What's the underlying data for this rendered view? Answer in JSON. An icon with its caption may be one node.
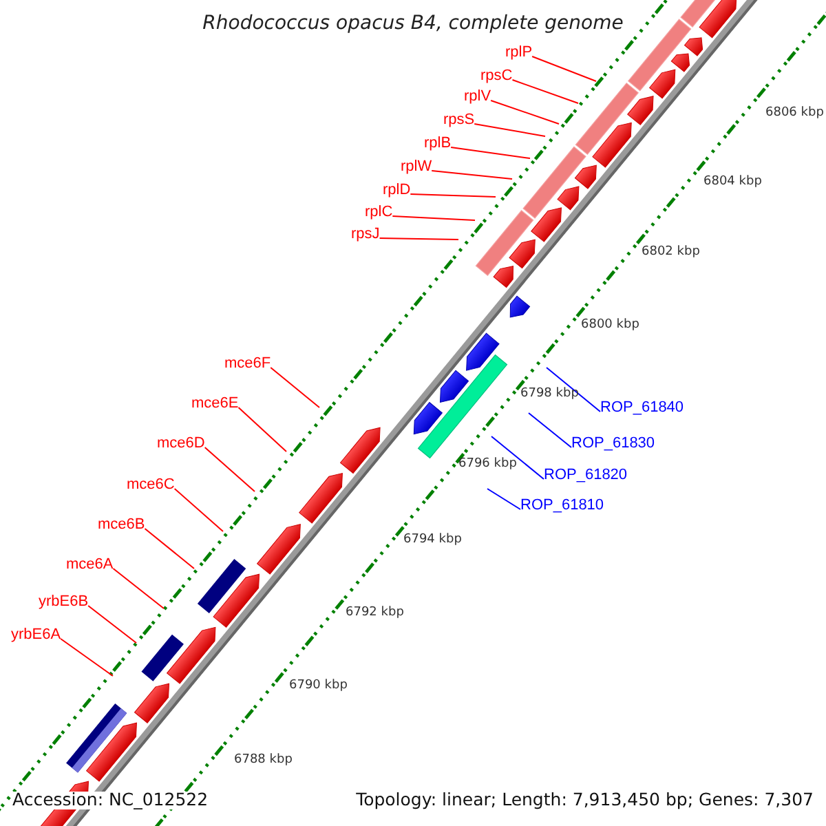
{
  "diagram": {
    "title": "Rhodococcus opacus B4, complete genome",
    "nodes": [
      {
        "text": [
          "rplP"
        ]
      },
      {
        "text": [
          "rpsC"
        ]
      },
      {
        "text": [
          "rplV"
        ]
      },
      {
        "text": [
          "rpsS"
        ]
      },
      {
        "text": [
          "rplB"
        ]
      },
      {
        "text": [
          "rplW"
        ]
      },
      {
        "text": [
          "rplD"
        ]
      },
      {
        "text": [
          "rplC"
        ]
      },
      {
        "text": [
          "rpsJ"
        ]
      },
      {
        "text": [
          "mce6F"
        ]
      },
      {
        "text": [
          "mce6E"
        ]
      },
      {
        "text": [
          "mce6D"
        ]
      },
      {
        "text": [
          "mce6C"
        ]
      },
      {
        "text": [
          "mce6B"
        ]
      },
      {
        "text": [
          "mce6A"
        ]
      },
      {
        "text": [
          "yrbE6B"
        ]
      },
      {
        "text": [
          "yrbE6A"
        ]
      },
      {
        "text": [
          "ROP_61840"
        ]
      },
      {
        "text": [
          "ROP_61830"
        ]
      },
      {
        "text": [
          "ROP_61820"
        ]
      },
      {
        "text": [
          "ROP_61810"
        ]
      }
    ],
    "edges": [
      {
        "from": 0,
        "to": null,
        "arrow": "none"
      },
      {
        "from": 1,
        "to": null,
        "arrow": "none"
      },
      {
        "from": 2,
        "to": null,
        "arrow": "none"
      },
      {
        "from": 3,
        "to": null,
        "arrow": "none"
      },
      {
        "from": 4,
        "to": null,
        "arrow": "none"
      },
      {
        "from": 5,
        "to": null,
        "arrow": "none"
      },
      {
        "from": 6,
        "to": null,
        "arrow": "none"
      },
      {
        "from": 7,
        "to": null,
        "arrow": "none"
      },
      {
        "from": 8,
        "to": null,
        "arrow": "none"
      },
      {
        "from": 9,
        "to": null,
        "arrow": "none"
      },
      {
        "from": 10,
        "to": null,
        "arrow": "none"
      },
      {
        "from": 11,
        "to": null,
        "arrow": "none"
      },
      {
        "from": 12,
        "to": null,
        "arrow": "none"
      },
      {
        "from": 13,
        "to": null,
        "arrow": "none"
      },
      {
        "from": 14,
        "to": null,
        "arrow": "none"
      },
      {
        "from": 15,
        "to": null,
        "arrow": "none"
      },
      {
        "from": 16,
        "to": null,
        "arrow": "none"
      },
      {
        "from": 17,
        "to": null,
        "arrow": "none",
        "color": "#0000ff"
      },
      {
        "from": 18,
        "to": null,
        "arrow": "none",
        "color": "#0000ff"
      },
      {
        "from": 19,
        "to": null,
        "arrow": "none",
        "color": "#0000ff"
      },
      {
        "from": 20,
        "to": null,
        "arrow": "none",
        "color": "#0000ff"
      }
    ],
    "labels": [
      "6806 kbp",
      "6804 kbp",
      "6802 kbp",
      "6800 kbp",
      "6798 kbp",
      "6796 kbp",
      "6794 kbp",
      "6792 kbp",
      "6790 kbp",
      "6788 kbp",
      "Accession: NC_012522",
      "Topology: linear; Length: 7,913,450 bp; Genes: 7,307"
    ]
  }
}
